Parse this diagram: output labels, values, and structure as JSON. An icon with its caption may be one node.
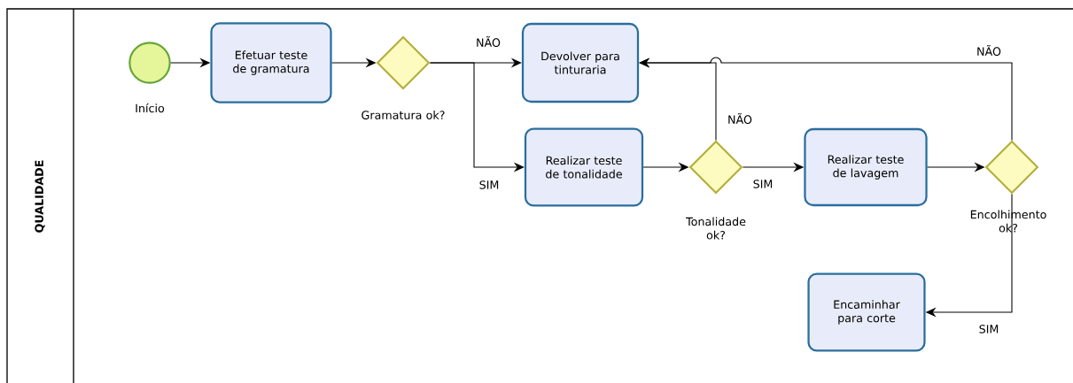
{
  "diagram": {
    "nodes": [
      {
        "text": [
          "QUALIDADE"
        ]
      },
      {
        "text": [],
        "shape": "circle",
        "beside": [
          "Início"
        ],
        "in": 0
      },
      {
        "text": [
          "Efetuar teste de gramatura"
        ],
        "in": 0
      },
      {
        "text": [],
        "shape": "diamond",
        "beside": [
          "Gramatura ok?"
        ],
        "in": 0
      },
      {
        "text": [
          "Devolver para tinturaria"
        ],
        "in": 0
      },
      {
        "text": [
          "Realizar teste de tonalidade"
        ],
        "in": 0
      },
      {
        "text": [],
        "shape": "diamond",
        "beside": [
          "Tonalidade ok?"
        ],
        "in": 0
      },
      {
        "text": [
          "Realizar teste de lavagem"
        ],
        "in": 0
      },
      {
        "text": [],
        "shape": "diamond",
        "beside": [
          "Encolhimento ok?"
        ],
        "in": 0
      },
      {
        "text": [
          "Encaminhar para corte"
        ],
        "in": 0
      }
    ],
    "edges": [
      {
        "from": 1,
        "to": 2,
        "arrow": "to"
      },
      {
        "from": 2,
        "to": 3,
        "arrow": "to"
      },
      {
        "from": 3,
        "to": 4,
        "arrow": "to",
        "label": "NÃO"
      },
      {
        "from": 3,
        "to": 5,
        "arrow": "to",
        "label": "SIM"
      },
      {
        "from": 5,
        "to": 6,
        "arrow": "to"
      },
      {
        "from": 6,
        "to": 4,
        "arrow": "to",
        "label": "NÃO"
      },
      {
        "from": 6,
        "to": 7,
        "arrow": "to",
        "label": "SIM"
      },
      {
        "from": 7,
        "to": 8,
        "arrow": "to"
      },
      {
        "from": 8,
        "to": 4,
        "arrow": "to",
        "label": "NÃO"
      },
      {
        "from": 8,
        "to": 9,
        "arrow": "to",
        "label": "SIM"
      }
    ]
  }
}
